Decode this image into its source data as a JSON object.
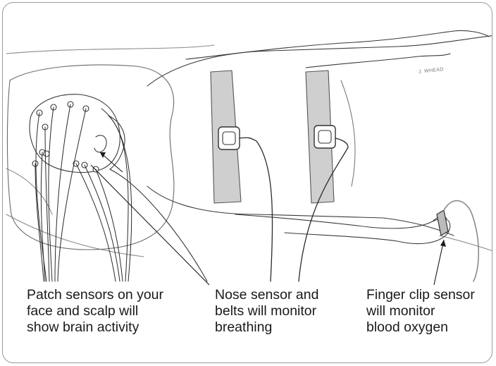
{
  "captions": {
    "brain": "Patch sensors on your\nface and scalp will\nshow brain activity",
    "breathing": "Nose sensor and\nbelts will monitor\nbreathing",
    "oxygen": "Finger clip sensor\nwill monitor\nblood oxygen"
  },
  "signature": "J. WHEAD",
  "colors": {
    "line": "#3a3a3a",
    "belt_fill": "#cfcfcf",
    "frame_border": "#9a9a9a"
  },
  "icons": {
    "pointer": "arrow"
  }
}
